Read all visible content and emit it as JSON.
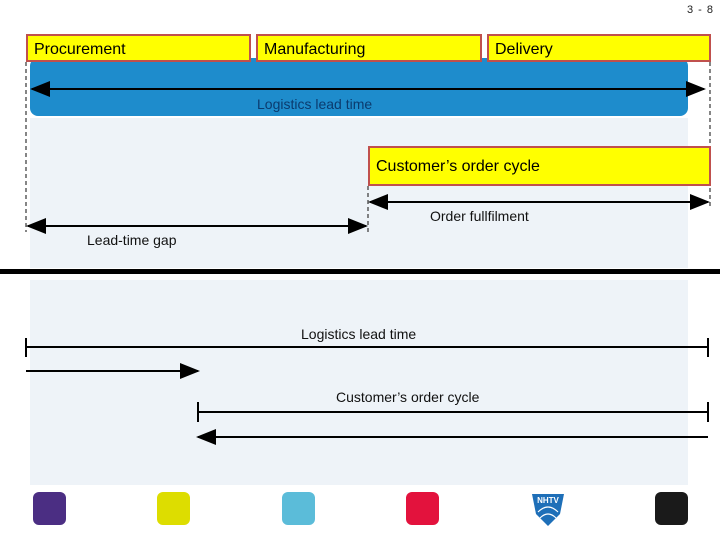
{
  "page_number": "3 - 8",
  "top": {
    "stages": [
      "Procurement",
      "Manufacturing",
      "Delivery"
    ],
    "logistics_label": "Logistics lead time",
    "order_cycle_label": "Customer’s order cycle",
    "fulfilment_label": "Order fullfilment",
    "gap_label": "Lead-time gap"
  },
  "bottom": {
    "logistics_label": "Logistics lead time",
    "order_cycle_label": "Customer’s order cycle"
  },
  "footer": {
    "logo_text": "NHTV",
    "square_colors": [
      "#4b2e83",
      "#dddd00",
      "#5bbcd9",
      "#e3123d",
      "#1e6fb8",
      "#1a1a1a"
    ]
  },
  "colors": {
    "band_blue": "#1e8ccc",
    "box_yellow": "#ffff00",
    "box_border": "#c0504d"
  }
}
